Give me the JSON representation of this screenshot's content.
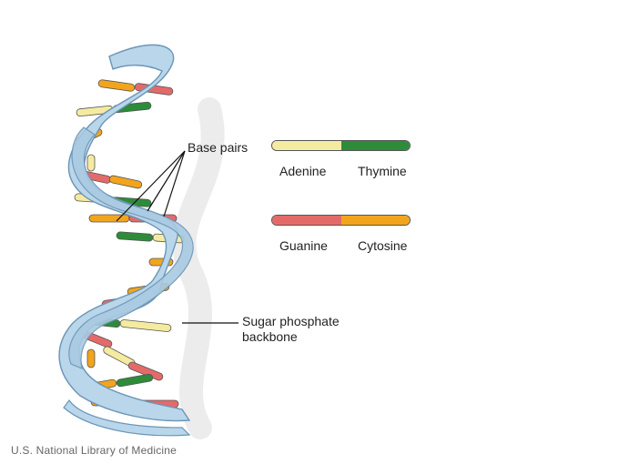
{
  "labels": {
    "base_pairs": "Base pairs",
    "backbone_line1": "Sugar phosphate",
    "backbone_line2": "backbone"
  },
  "key": {
    "pair1": {
      "left": "Adenine",
      "right": "Thymine",
      "left_color": "#f5eba0",
      "right_color": "#2e8b3a"
    },
    "pair2": {
      "left": "Guanine",
      "right": "Cytosine",
      "left_color": "#e46a6a",
      "right_color": "#f2a51c"
    }
  },
  "colors": {
    "backbone_fill": "#b9d6ea",
    "backbone_stroke": "#6b95b7",
    "shadow": "#dcdcdc"
  },
  "credit": "U.S. National Library of Medicine"
}
